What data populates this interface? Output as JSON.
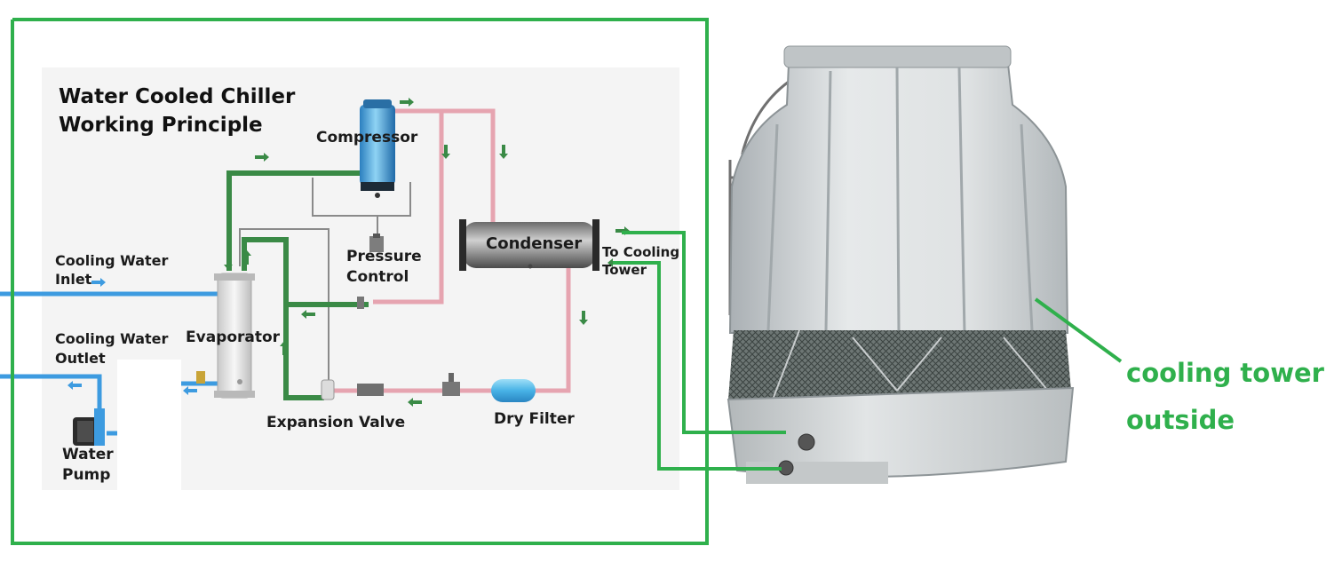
{
  "title": {
    "line1": "Water Cooled Chiller",
    "line2": "Working Principle"
  },
  "components": {
    "compressor": "Compressor",
    "condenser": "Condenser",
    "pressure_control_1": "Pressure",
    "pressure_control_2": "Control",
    "evaporator": "Evaporator",
    "expansion_valve": "Expansion Valve",
    "dry_filter": "Dry Filter",
    "water_pump_1": "Water",
    "water_pump_2": "Pump"
  },
  "flows": {
    "cooling_water_inlet_1": "Cooling Water",
    "cooling_water_inlet_2": "Inlet",
    "cooling_water_outlet_1": "Cooling Water",
    "cooling_water_outlet_2": "Outlet",
    "to_cooling_tower_1": "To Cooling",
    "to_cooling_tower_2": "Tower"
  },
  "tower": {
    "label_1": "cooling tower",
    "label_2": "outside"
  },
  "colors": {
    "accent_green": "#2fb04c",
    "refrigerant_line": "#e6a4b0",
    "water_line": "#3d9be0",
    "dark_green_line": "#3a8a46",
    "gray_line": "#888888"
  }
}
